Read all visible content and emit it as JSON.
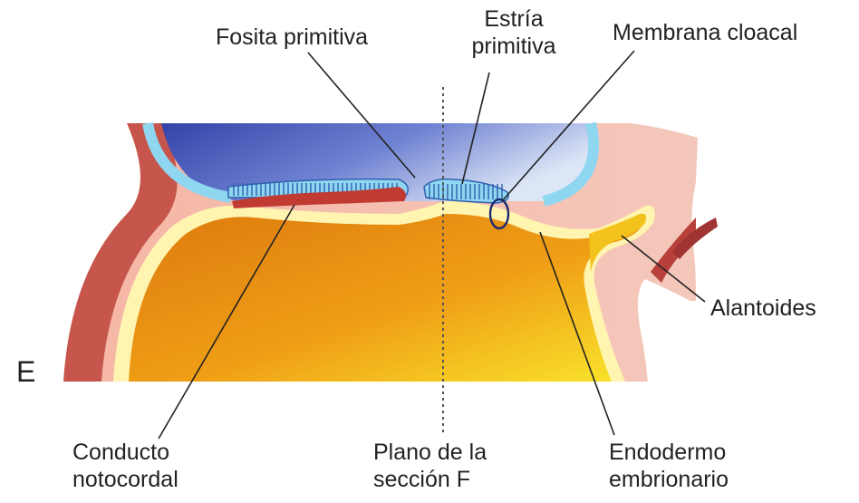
{
  "panel_letter": "E",
  "labels": {
    "fosita": "Fosita primitiva",
    "estria_1": "Estría",
    "estria_2": "primitiva",
    "membrana": "Membrana cloacal",
    "alantoides": "Alantoides",
    "conducto_1": "Conducto",
    "conducto_2": "notocordal",
    "plano_1": "Plano de la",
    "plano_2": "sección F",
    "endodermo_1": "Endodermo",
    "endodermo_2": "embrionario"
  },
  "colors": {
    "amnion_blue": "#3d4fb6",
    "ectoderm_light_blue": "#8fd6f0",
    "tissue_red": "#c6564b",
    "tissue_pink": "#f0b0a0",
    "endoderm_cream": "#fff4b0",
    "yolk_orange": "#e58a10",
    "yolk_yellow": "#f9d92a"
  }
}
